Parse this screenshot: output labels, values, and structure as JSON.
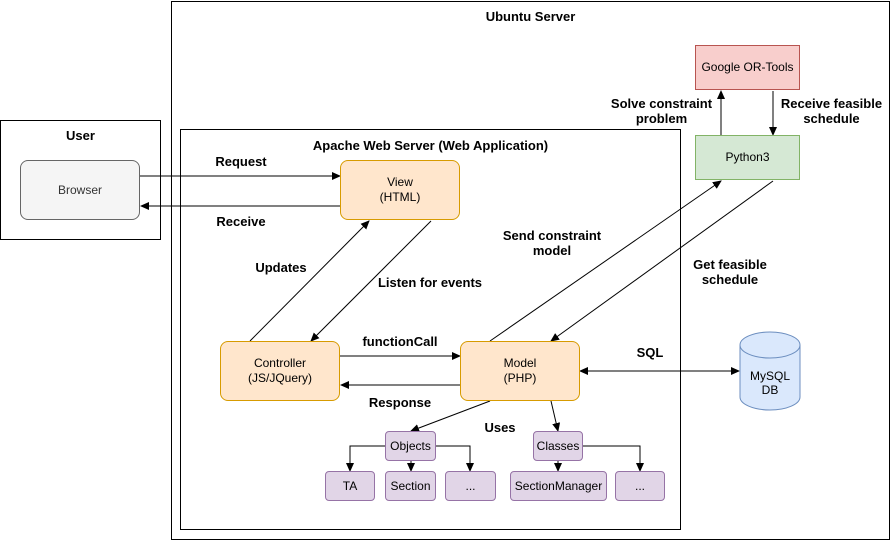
{
  "frames": {
    "ubuntu_title": "Ubuntu Server",
    "user_title": "User",
    "apache_title": "Apache Web Server (Web Application)"
  },
  "nodes": {
    "browser": "Browser",
    "view": "View\n(HTML)",
    "controller": "Controller\n(JS/JQuery)",
    "model": "Model\n(PHP)",
    "ortools": "Google OR-Tools",
    "python": "Python3",
    "mysql": "MySQL\nDB",
    "objects": "Objects",
    "classes": "Classes",
    "ta": "TA",
    "section": "Section",
    "dots1": "...",
    "section_manager": "SectionManager",
    "dots2": "..."
  },
  "labels": {
    "request": "Request",
    "receive": "Receive",
    "updates": "Updates",
    "listen": "Listen for events",
    "function_call": "functionCall",
    "response": "Response",
    "uses": "Uses",
    "send_model": "Send constraint\nmodel",
    "get_schedule": "Get feasible\nschedule",
    "solve": "Solve constraint\nproblem",
    "receive_feasible": "Receive feasible\nschedule",
    "sql": "SQL"
  },
  "colors": {
    "orange_fill": "#ffe6cc",
    "orange_stroke": "#d79b00",
    "purple_fill": "#e1d5e7",
    "purple_stroke": "#9673a6",
    "red_fill": "#f8cecc",
    "red_stroke": "#b85450",
    "green_fill": "#d5e8d4",
    "green_stroke": "#82b366",
    "db_fill": "#dae8fc",
    "db_stroke": "#6c8ebf",
    "browser_fill": "#f5f5f5",
    "browser_stroke": "#666666"
  }
}
